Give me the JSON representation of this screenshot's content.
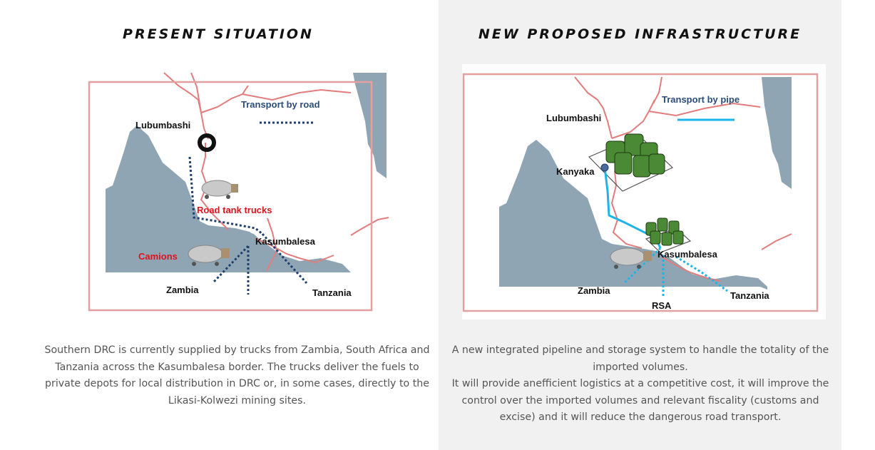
{
  "left_panel": {
    "heading": "PRESENT SITUATION",
    "map": {
      "legend_label": "Transport by road",
      "city_lubumbashi": "Lubumbashi",
      "trucks_label": "Road tank trucks",
      "camions_label": "Camions",
      "kasumbalesa": "Kasumbalesa",
      "zambia": "Zambia",
      "tanzania": "Tanzania"
    },
    "description": "Southern DRC is currently supplied by trucks from Zambia, South Africa and Tanzania across the Kasumbalesa border. The trucks deliver the fuels to private depots for local distribution in DRC or, in some cases, directly to the Likasi-Kolwezi mining sites."
  },
  "right_panel": {
    "heading": "NEW PROPOSED INFRASTRUCTURE",
    "map": {
      "legend_label": "Transport by pipe",
      "city_lubumbashi": "Lubumbashi",
      "kanyaka": "Kanyaka",
      "kasumbalesa": "Kasumbalesa",
      "zambia": "Zambia",
      "rsa": "RSA",
      "tanzania": "Tanzania"
    },
    "description_line1": "A new integrated pipeline and storage system to handle the totality of the imported volumes.",
    "description_line2": "It will provide anefficient logistics at a competitive cost, it will improve the control over the imported volumes and relevant fiscality (customs and excise) and it will reduce the dangerous road transport."
  },
  "colors": {
    "water": "#8fa5b3",
    "border_frame": "#e3a0a0",
    "road_line": "#e37c7c",
    "road_dots": "#1f3f6e",
    "pipe": "#1fb4e8",
    "label_red": "#e0121c",
    "label_blue": "#2b4d7a",
    "tank_green": "#4b8a35"
  }
}
